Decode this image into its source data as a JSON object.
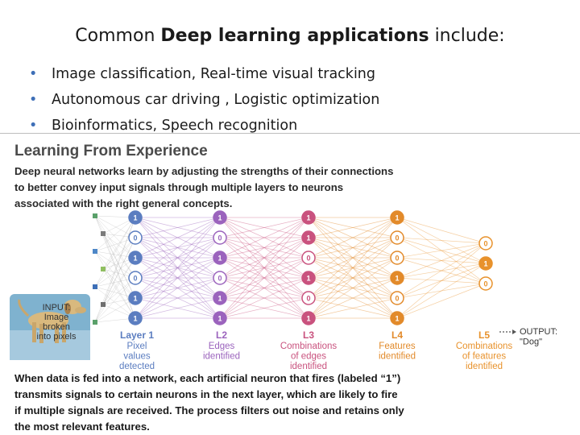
{
  "slide": {
    "title_pre": "Common ",
    "title_bold": "Deep learning applications",
    "title_post": " include:",
    "bullets": [
      "Image classification, Real-time visual tracking",
      "Autonomous car driving , Logistic optimization",
      "Bioinformatics, Speech recognition"
    ]
  },
  "figure": {
    "title": "Learning From Experience",
    "description_lines": [
      "Deep neural networks learn by adjusting the strengths of their connections",
      "to better convey input signals through multiple layers to neurons",
      "associated with the right general concepts."
    ],
    "input_label_lines": [
      "INPUT:",
      "Image",
      "broken",
      "into pixels"
    ],
    "output_label_lines": [
      "OUTPUT:",
      "\"Dog\""
    ],
    "layers": [
      {
        "name": "Layer 1",
        "caption_lines": [
          "Pixel",
          "values",
          "detected"
        ],
        "neurons": [
          "1",
          "0",
          "1",
          "0",
          "1",
          "1"
        ],
        "color": "#5b7dc0"
      },
      {
        "name": "L2",
        "caption_lines": [
          "Edges",
          "identified"
        ],
        "neurons": [
          "1",
          "0",
          "1",
          "0",
          "1",
          "1"
        ],
        "color": "#9b63bd"
      },
      {
        "name": "L3",
        "caption_lines": [
          "Combinations",
          "of edges",
          "identified"
        ],
        "neurons": [
          "1",
          "1",
          "0",
          "1",
          "0",
          "1"
        ],
        "color": "#c9527e"
      },
      {
        "name": "L4",
        "caption_lines": [
          "Features",
          "identified"
        ],
        "neurons": [
          "1",
          "0",
          "0",
          "1",
          "0",
          "1"
        ],
        "color": "#e28a2a"
      },
      {
        "name": "L5",
        "caption_lines": [
          "Combinations",
          "of features",
          "identified"
        ],
        "neurons": [
          "0",
          "1",
          "0"
        ],
        "color": "#e8922c"
      }
    ],
    "footer_lines": [
      "When data is fed into a network, each artificial neuron that fires (labeled “1”)",
      "transmits signals to certain neurons in the next layer, which are likely to fire",
      "if multiple signals are received. The process filters out noise and retains only",
      "the most relevant features."
    ],
    "icons": [
      "dog-image-icon",
      "arrow-right-icon"
    ]
  }
}
